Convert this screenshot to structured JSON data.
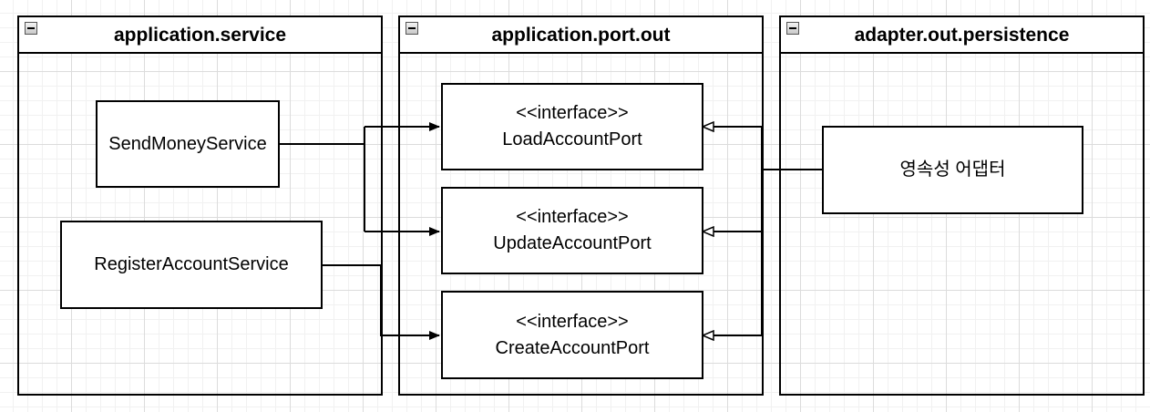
{
  "packages": {
    "service": {
      "title": "application.service"
    },
    "port_out": {
      "title": "application.port.out"
    },
    "persistence": {
      "title": "adapter.out.persistence"
    }
  },
  "classes": {
    "send_money_service": "SendMoneyService",
    "register_account_service": "RegisterAccountService",
    "load_account_port": {
      "stereotype": "<<interface>>",
      "name": "LoadAccountPort"
    },
    "update_account_port": {
      "stereotype": "<<interface>>",
      "name": "UpdateAccountPort"
    },
    "create_account_port": {
      "stereotype": "<<interface>>",
      "name": "CreateAccountPort"
    },
    "persistence_adapter": "영속성 어댑터"
  },
  "relations": [
    {
      "from": "SendMoneyService",
      "to": "LoadAccountPort",
      "kind": "dependency"
    },
    {
      "from": "SendMoneyService",
      "to": "UpdateAccountPort",
      "kind": "dependency"
    },
    {
      "from": "RegisterAccountService",
      "to": "CreateAccountPort",
      "kind": "dependency"
    },
    {
      "from": "영속성 어댑터",
      "to": "LoadAccountPort",
      "kind": "realization"
    },
    {
      "from": "영속성 어댑터",
      "to": "UpdateAccountPort",
      "kind": "realization"
    },
    {
      "from": "영속성 어댑터",
      "to": "CreateAccountPort",
      "kind": "realization"
    }
  ],
  "colors": {
    "line": "#000000",
    "background": "#ffffff",
    "grid": "#dcdcdc"
  }
}
